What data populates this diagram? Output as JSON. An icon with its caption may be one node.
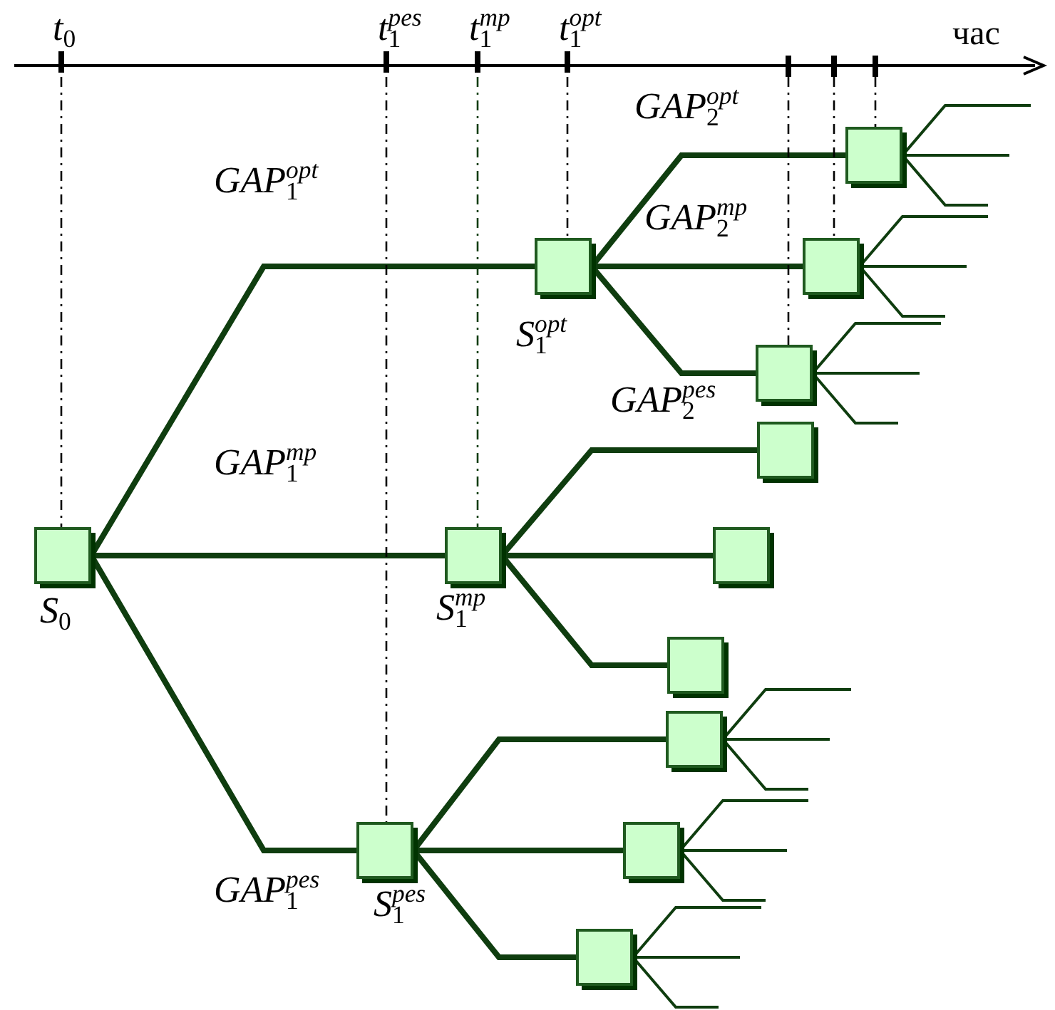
{
  "diagram": {
    "nodes": [
      {
        "text": [],
        "shape": "box",
        "beside": [
          "S$_{0}$"
        ]
      },
      {
        "text": [],
        "shape": "box",
        "beside": [
          "S$_{1}$$^{opt}$"
        ]
      },
      {
        "text": [],
        "shape": "box",
        "beside": [
          "S$_{1}$$^{mp}$"
        ]
      },
      {
        "text": [],
        "shape": "box",
        "beside": [
          "S$_{1}$$^{pes}$"
        ]
      },
      {
        "text": [],
        "shape": "box"
      },
      {
        "text": [],
        "shape": "box"
      },
      {
        "text": [],
        "shape": "box"
      },
      {
        "text": [],
        "shape": "box"
      },
      {
        "text": [],
        "shape": "box"
      },
      {
        "text": [],
        "shape": "box"
      },
      {
        "text": [],
        "shape": "box"
      },
      {
        "text": [],
        "shape": "box"
      },
      {
        "text": [],
        "shape": "box"
      },
      {
        "text": [
          "t$_{0}$"
        ]
      },
      {
        "text": [
          "t$_{1}$$^{pes}$"
        ]
      },
      {
        "text": [
          "t$_{1}$$^{mp}$"
        ]
      },
      {
        "text": [
          "t$_{1}$$^{opt}$"
        ]
      },
      {
        "text": [],
        "shape": "bar"
      },
      {
        "text": [],
        "shape": "bar"
      },
      {
        "text": [],
        "shape": "bar"
      }
    ],
    "edges": [
      {
        "from": 0,
        "to": 1,
        "arrow": "none",
        "label": "GAP$_{1}$$^{opt}$",
        "style": "thick"
      },
      {
        "from": 0,
        "to": 2,
        "arrow": "none",
        "label": "GAP$_{1}$$^{mp}$",
        "style": "thick"
      },
      {
        "from": 0,
        "to": 3,
        "arrow": "none",
        "label": "GAP$_{1}$$^{pes}$",
        "style": "thick"
      },
      {
        "from": 1,
        "to": 4,
        "arrow": "none",
        "label": "GAP$_{2}$$^{opt}$",
        "style": "thick"
      },
      {
        "from": 1,
        "to": 5,
        "arrow": "none",
        "label": "GAP$_{2}$$^{mp}$",
        "style": "thick"
      },
      {
        "from": 1,
        "to": 6,
        "arrow": "none",
        "label": "GAP$_{2}$$^{pes}$",
        "style": "thick"
      },
      {
        "from": 2,
        "to": 7,
        "arrow": "none",
        "style": "thick"
      },
      {
        "from": 2,
        "to": 8,
        "arrow": "none",
        "style": "thick"
      },
      {
        "from": 2,
        "to": 9,
        "arrow": "none",
        "style": "thick"
      },
      {
        "from": 3,
        "to": 10,
        "arrow": "none",
        "style": "thick"
      },
      {
        "from": 3,
        "to": 11,
        "arrow": "none",
        "style": "thick"
      },
      {
        "from": 3,
        "to": 12,
        "arrow": "none",
        "style": "thick"
      },
      {
        "from": 4,
        "to": null,
        "arrow": "none"
      },
      {
        "from": 4,
        "to": null,
        "arrow": "none"
      },
      {
        "from": 4,
        "to": null,
        "arrow": "none"
      },
      {
        "from": 5,
        "to": null,
        "arrow": "none"
      },
      {
        "from": 5,
        "to": null,
        "arrow": "none"
      },
      {
        "from": 5,
        "to": null,
        "arrow": "none"
      },
      {
        "from": 6,
        "to": null,
        "arrow": "none"
      },
      {
        "from": 6,
        "to": null,
        "arrow": "none"
      },
      {
        "from": 6,
        "to": null,
        "arrow": "none"
      },
      {
        "from": 10,
        "to": null,
        "arrow": "none"
      },
      {
        "from": 10,
        "to": null,
        "arrow": "none"
      },
      {
        "from": 10,
        "to": null,
        "arrow": "none"
      },
      {
        "from": 11,
        "to": null,
        "arrow": "none"
      },
      {
        "from": 11,
        "to": null,
        "arrow": "none"
      },
      {
        "from": 11,
        "to": null,
        "arrow": "none"
      },
      {
        "from": 12,
        "to": null,
        "arrow": "none"
      },
      {
        "from": 12,
        "to": null,
        "arrow": "none"
      },
      {
        "from": 12,
        "to": null,
        "arrow": "none"
      },
      {
        "from": 13,
        "to": 0,
        "arrow": "none",
        "style": "dashed",
        "color": "#000000"
      },
      {
        "from": 14,
        "to": 3,
        "arrow": "none",
        "style": "dashed",
        "color": "#000000"
      },
      {
        "from": 15,
        "to": 2,
        "arrow": "none",
        "style": "dashed"
      },
      {
        "from": 16,
        "to": 1,
        "arrow": "none",
        "style": "dashed",
        "color": "#000000"
      },
      {
        "from": 17,
        "to": 6,
        "arrow": "none",
        "style": "dashed",
        "color": "#000000"
      },
      {
        "from": 18,
        "to": 5,
        "arrow": "none",
        "style": "dashed",
        "color": "#000000"
      },
      {
        "from": 19,
        "to": 4,
        "arrow": "none",
        "style": "dashed",
        "color": "#000000"
      }
    ],
    "labels": [
      "час"
    ]
  }
}
